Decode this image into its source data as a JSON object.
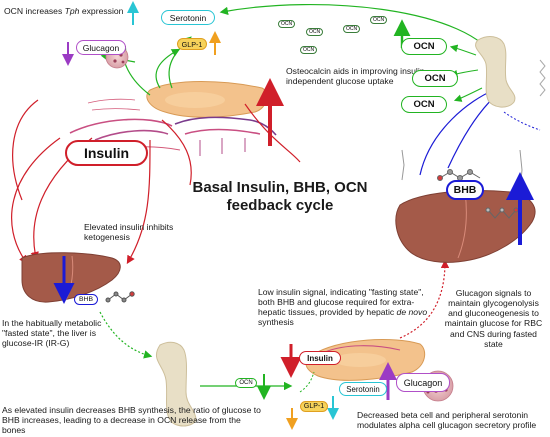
{
  "title_line1": "Basal Insulin, BHB, OCN",
  "title_line2": "feedback cycle",
  "labels": {
    "ocn_tph": "OCN increases",
    "tph": "Tph",
    "expression": "expression",
    "osteocalcin": "Osteocalcin aids in improving insulin-independent glucose uptake",
    "elevated_insulin": "Elevated insulin inhibits ketogenesis",
    "fasted_state": "In the habitually metabolic \"fasted state\", the liver is glucose-IR (IR-G)",
    "low_insulin_a": "Low insulin signal, indicating \"fasting state\", both BHB and glucose required for extra-hepatic tissues, provided by hepatic",
    "low_insulin_b": "de novo",
    "low_insulin_c": "synthesis",
    "glucagon_signals": "Glucagon signals  to maintain glycogenolysis and gluconeogenesis to maintain glucose for RBC and CNS during fasted state",
    "decreased_insulin": "As elevated insulin decreases BHB synthesis, the ratio of glucose to BHB increases, leading to a decrease in OCN release from the bones",
    "decreased_beta": "Decreased beta cell and peripheral serotonin modulates alpha cell glucagon secretory profile"
  },
  "pills": {
    "serotonin_top": "Serotonin",
    "glucagon_top": "Glucagon",
    "glp1_top": "GLP-1",
    "insulin_big": "Insulin",
    "ocn_1": "OCN",
    "ocn_2": "OCN",
    "ocn_3": "OCN",
    "bhb_right": "BHB",
    "bhb_left": "BHB",
    "ocn_bottom": "OCN",
    "insulin_bottom": "Insulin",
    "glp1_bottom": "GLP-1",
    "serotonin_bottom": "Serotonin",
    "glucagon_bottom": "Glucagon"
  },
  "mini_ocn": [
    "OCN",
    "OCN",
    "OCN",
    "OCN",
    "OCN"
  ],
  "colors": {
    "insulin_red": "#d01f2a",
    "green": "#22b422",
    "blue": "#1b1bd6",
    "liver": "#a45a49",
    "serotonin_border": "#29c5d4",
    "glucagon_border": "#b050c8",
    "glp1_fill": "#f6d25a",
    "bone": "#e8dfc6"
  }
}
